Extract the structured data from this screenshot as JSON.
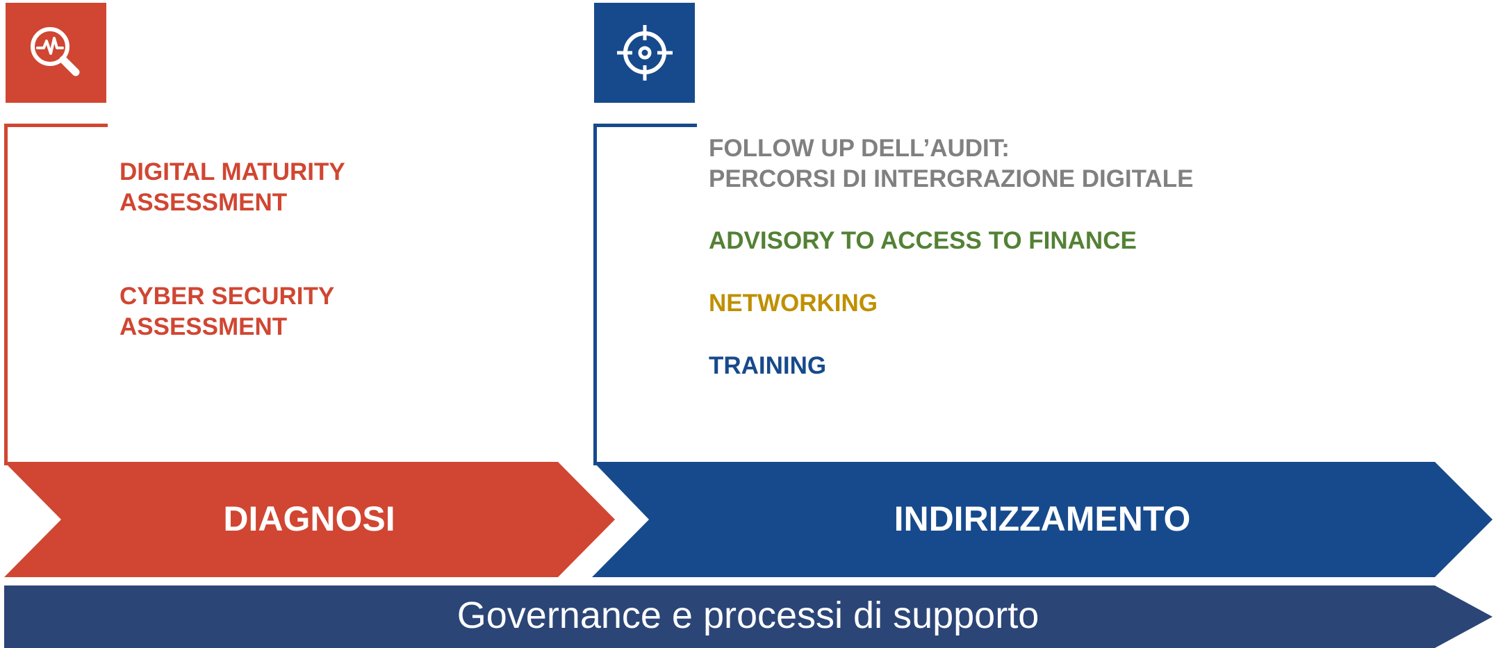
{
  "colors": {
    "diagnosi": "#d04632",
    "indirizzamento": "#174a8c",
    "governance": "#2b4577",
    "gray_text": "#808080",
    "green_text": "#538135",
    "gold_text": "#bf9000"
  },
  "diagnosi": {
    "icon": "magnifier-pulse-icon",
    "items": [
      {
        "lines": [
          "DIGITAL MATURITY",
          "ASSESSMENT"
        ]
      },
      {
        "lines": [
          "CYBER SECURITY",
          "ASSESSMENT"
        ]
      }
    ],
    "label": "DIAGNOSI"
  },
  "indirizzamento": {
    "icon": "target-crosshair-icon",
    "items": [
      {
        "lines": [
          "FOLLOW UP DELL’AUDIT:",
          "PERCORSI DI INTERGRAZIONE DIGITALE"
        ]
      },
      {
        "lines": [
          "ADVISORY TO ACCESS TO FINANCE"
        ]
      },
      {
        "lines": [
          "NETWORKING"
        ]
      },
      {
        "lines": [
          "TRAINING"
        ]
      }
    ],
    "label": "INDIRIZZAMENTO"
  },
  "governance": {
    "label": "Governance e processi di supporto"
  }
}
